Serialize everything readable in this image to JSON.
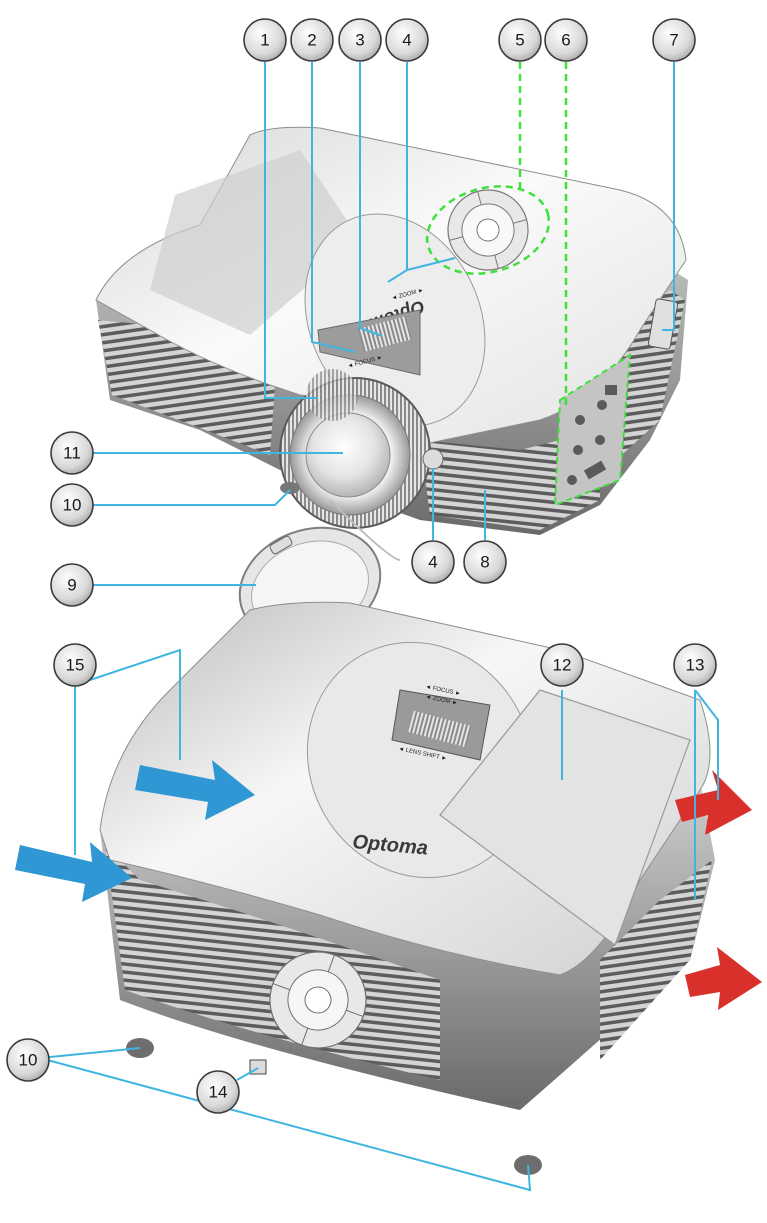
{
  "brand": {
    "logo_text": "Optoma"
  },
  "lens_labels": {
    "focus": "◄ FOCUS ►",
    "zoom": "◄ ZOOM ►",
    "lens_shift": "◄ LENS SHIFT ►"
  },
  "callouts": {
    "c1": "1",
    "c2": "2",
    "c3": "3",
    "c4a": "4",
    "c5": "5",
    "c6": "6",
    "c7": "7",
    "c4b": "4",
    "c8": "8",
    "c9": "9",
    "c10a": "10",
    "c11": "11",
    "c15": "15",
    "c12": "12",
    "c13": "13",
    "c10b": "10",
    "c14": "14"
  },
  "colors": {
    "leader_line": "#3fb6e0",
    "group_outline": "#3ee03a",
    "intake_arrow": "#2f97d3",
    "exhaust_arrow": "#d9302c",
    "body_light": "#f2f2f2",
    "body_dark": "#7d7d7d"
  }
}
